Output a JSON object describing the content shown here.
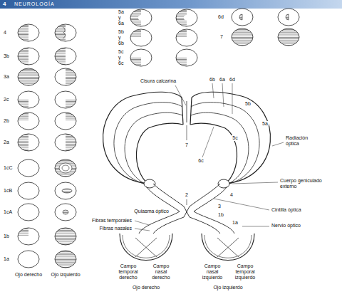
{
  "diagram": {
    "title": "NEUROLOGÍA",
    "labels": [
      "4",
      "3b",
      "3a",
      "2c",
      "2b",
      "2a",
      "1cC",
      "1cB",
      "1cA",
      "1b",
      "1a",
      "Ojo derecho",
      "Ojo izquierdo",
      "5a y 6a",
      "5b y 6b",
      "5c y 6c",
      "6d",
      "7",
      "Cisura calcarina",
      "6b",
      "6a",
      "6d",
      "5b",
      "5a",
      "5c",
      "Radiación óptica",
      "7",
      "6c",
      "2",
      "4",
      "Cuerpo geniculado externo",
      "Quiasma óptico",
      "3",
      "1b",
      "Cintilla óptica",
      "Fibras temporales",
      "1a",
      "Nervio óptico",
      "Fibras nasales",
      "Campo temporal derecho",
      "Campo nasal derecho",
      "Campo nasal izquierdo",
      "Campo temporal izquierdo",
      "Ojo derecho",
      "Ojo izquierdo",
      "4"
    ]
  }
}
